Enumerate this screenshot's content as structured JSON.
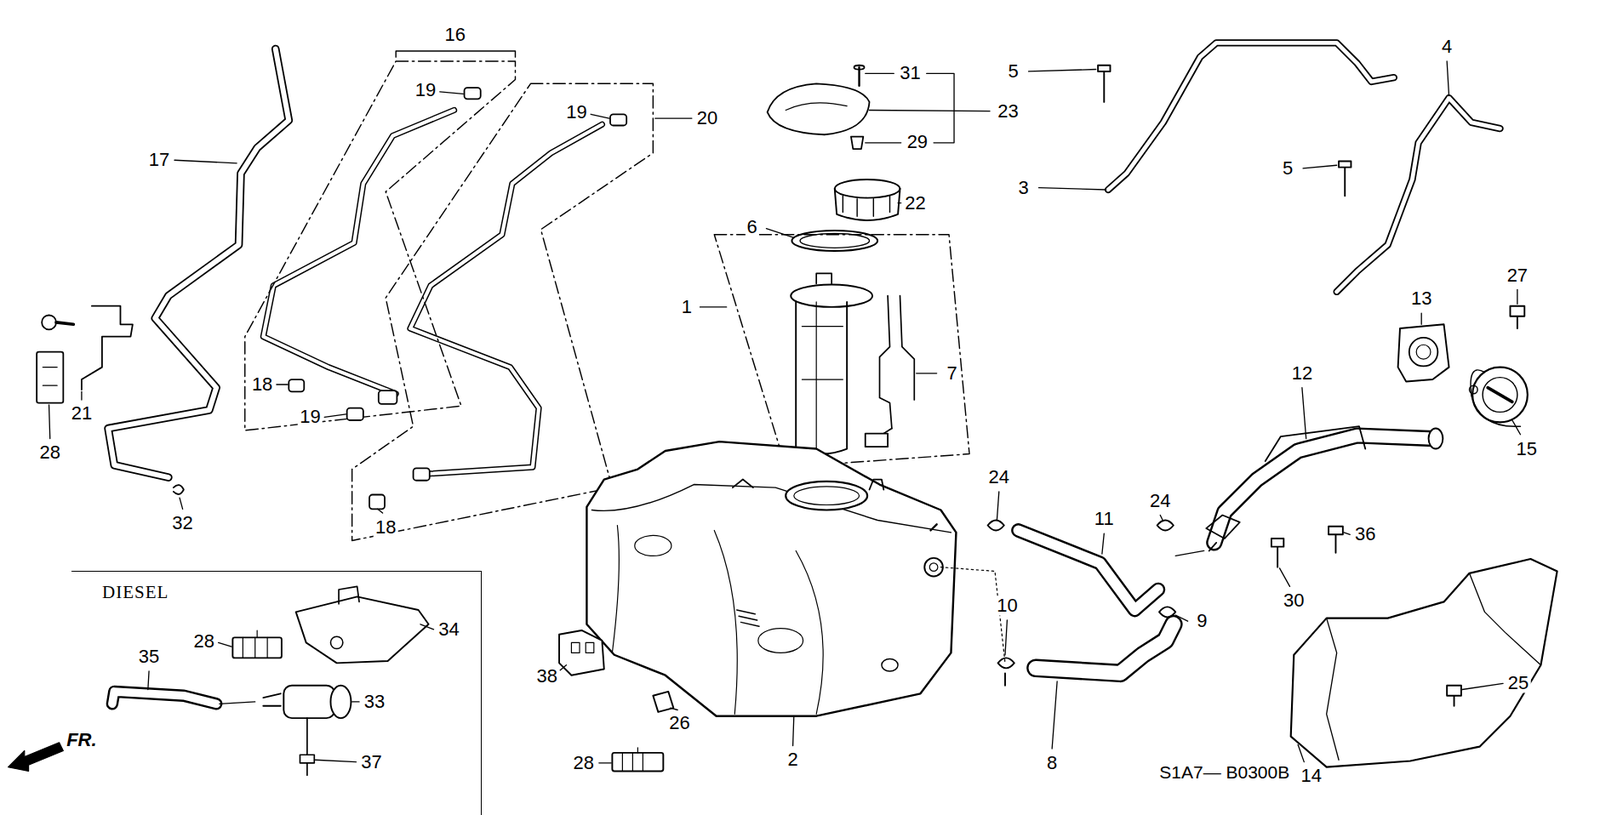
{
  "diagram": {
    "nodes": [
      {
        "text": [
          "DIESEL"
        ]
      }
    ],
    "labels": [
      "16",
      "4",
      "31",
      "5",
      "19",
      "23",
      "19",
      "20",
      "29",
      "17",
      "5",
      "3",
      "22",
      "6",
      "27",
      "13",
      "1",
      "7",
      "12",
      "18",
      "21",
      "19",
      "15",
      "28",
      "24",
      "24",
      "11",
      "32",
      "18",
      "36",
      "30",
      "10",
      "9",
      "34",
      "28",
      "35",
      "38",
      "25",
      "33",
      "26",
      "FR.",
      "2",
      "37",
      "28",
      "8",
      "S1A7— B0300B",
      "14"
    ]
  }
}
